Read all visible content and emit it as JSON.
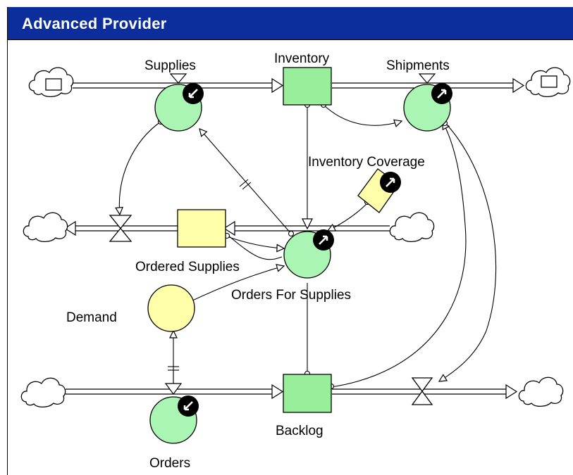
{
  "window": {
    "title": "Advanced Provider"
  },
  "diagram": {
    "stocks": {
      "inventory": "Inventory",
      "ordered_supplies": "Ordered Supplies",
      "backlog": "Backlog"
    },
    "flows": {
      "supplies": "Supplies",
      "shipments": "Shipments",
      "orders": "Orders",
      "orders_for_supplies": "Orders For Supplies"
    },
    "auxiliaries": {
      "demand": "Demand",
      "inventory_coverage": "Inventory Coverage"
    }
  },
  "colors": {
    "title_bar": "#0c2d9c",
    "flow_fill": "#aaf5b4",
    "stock_fill": "#99ee99",
    "aux_fill": "#ffffaa"
  }
}
